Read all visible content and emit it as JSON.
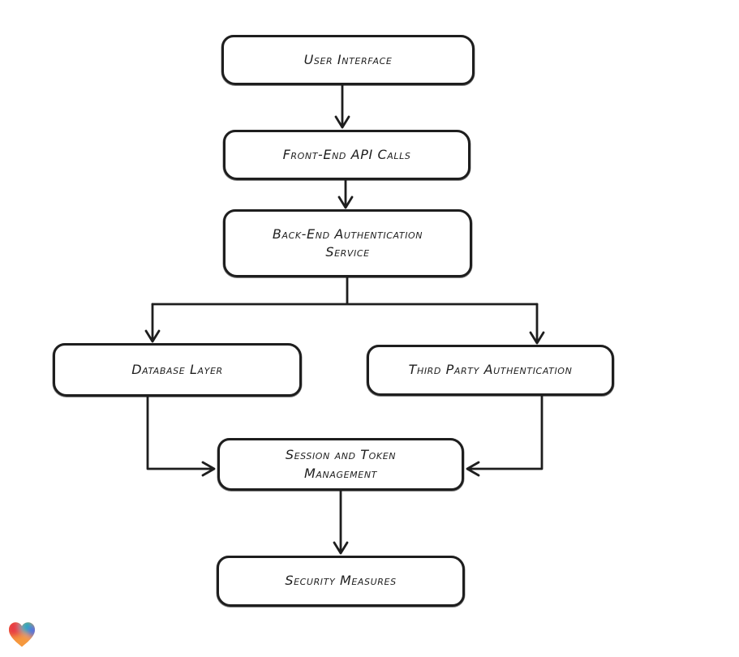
{
  "diagram": {
    "nodes": [
      {
        "id": "user-interface",
        "label": "User Interface"
      },
      {
        "id": "front-end-api-calls",
        "label": "Front-End API Calls"
      },
      {
        "id": "back-end-authentication-service",
        "label": "Back-End Authentication\nService"
      },
      {
        "id": "database-layer",
        "label": "Database Layer"
      },
      {
        "id": "third-party-authentication",
        "label": "Third Party Authentication"
      },
      {
        "id": "session-and-token-management",
        "label": "Session and Token\nManagement"
      },
      {
        "id": "security-measures",
        "label": "Security Measures"
      }
    ],
    "edges": [
      {
        "from": "user-interface",
        "to": "front-end-api-calls"
      },
      {
        "from": "front-end-api-calls",
        "to": "back-end-authentication-service"
      },
      {
        "from": "back-end-authentication-service",
        "to": "database-layer"
      },
      {
        "from": "back-end-authentication-service",
        "to": "third-party-authentication"
      },
      {
        "from": "database-layer",
        "to": "session-and-token-management"
      },
      {
        "from": "third-party-authentication",
        "to": "session-and-token-management"
      },
      {
        "from": "session-and-token-management",
        "to": "security-measures"
      }
    ],
    "colors": {
      "stroke": "#1e1e1e",
      "node_fill": "#ffffff",
      "background": "#ffffff"
    },
    "logo": {
      "icon": "gradient-heart-icon",
      "colors": {
        "red": "#e93a42",
        "teal": "#19aebd",
        "blue": "#4f6de8",
        "orange": "#f5993d"
      }
    }
  }
}
